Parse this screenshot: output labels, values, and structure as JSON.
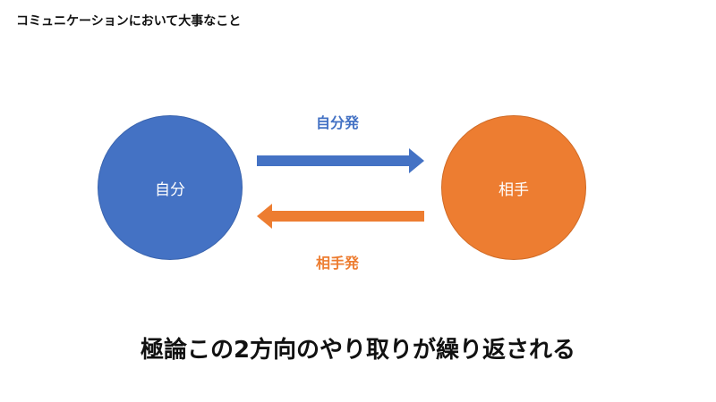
{
  "slide": {
    "title": "コミュニケーションにおいて大事なこと",
    "conclusion": "極論この2方向のやり取りが繰り返される"
  },
  "diagram": {
    "self_node": {
      "label": "自分",
      "color": "#4472C4"
    },
    "other_node": {
      "label": "相手",
      "color": "#ED7D31"
    },
    "self_to_other": {
      "label": "自分発",
      "color": "#4472C4"
    },
    "other_to_self": {
      "label": "相手発",
      "color": "#ED7D31"
    }
  }
}
